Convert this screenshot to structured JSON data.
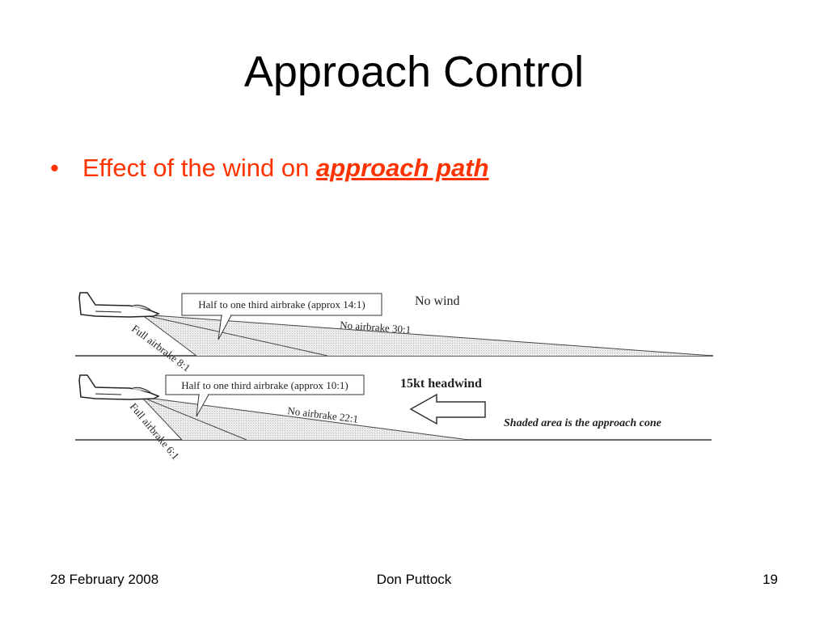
{
  "slide": {
    "title": "Approach Control",
    "bullet": {
      "text_prefix": "Effect of the wind on ",
      "emphasis": "approach path"
    }
  },
  "diagram": {
    "top": {
      "callout": "Half to one third airbrake (approx 14:1)",
      "wind_label": "No wind",
      "no_airbrake_label": "No airbrake 30:1",
      "full_airbrake_label": "Full airbrake 8:1"
    },
    "bottom": {
      "callout": "Half to one third airbrake (approx 10:1)",
      "wind_label": "15kt headwind",
      "no_airbrake_label": "No airbrake 22:1",
      "full_airbrake_label": "Full airbrake 6:1",
      "caption": "Shaded area is the approach cone"
    }
  },
  "footer": {
    "date": "28 February 2008",
    "author": "Don Puttock",
    "page": "19"
  }
}
